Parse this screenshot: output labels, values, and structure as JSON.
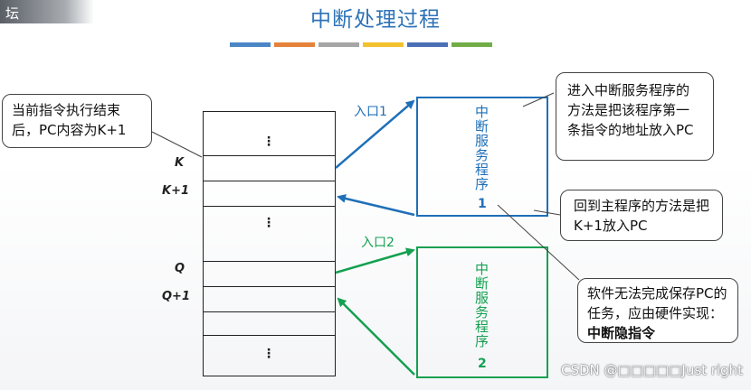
{
  "title": "中断处理过程",
  "corner_text": "坛",
  "memory": {
    "labels": {
      "k": "K",
      "k1": "K+1",
      "q": "Q",
      "q1": "Q+1"
    },
    "ellipsis": "⋮"
  },
  "isr1": {
    "text": "中断服务程序",
    "num": "1",
    "entry": "入口1",
    "color": "#1e6fb8"
  },
  "isr2": {
    "text": "中断服务程序",
    "num": "2",
    "entry": "入口2",
    "color": "#14a050"
  },
  "callouts": {
    "current_instr": "当前指令执行结束后，PC内容为K+1",
    "enter_method": "进入中断服务程序的方法是把该程序第一条指令的地址放入PC",
    "return_method": "回到主程序的方法是把K+1放入PC",
    "software_cannot": "软件无法完成保存PC的任务，应由硬件实现：",
    "software_cannot_bold": "中断隐指令"
  },
  "title_bar_colors": [
    "#4a86c5",
    "#e5823a",
    "#a5a5a5",
    "#f2c12e",
    "#4a6fb5",
    "#70ad47"
  ],
  "watermark": "CSDN @□□□□□Just right"
}
